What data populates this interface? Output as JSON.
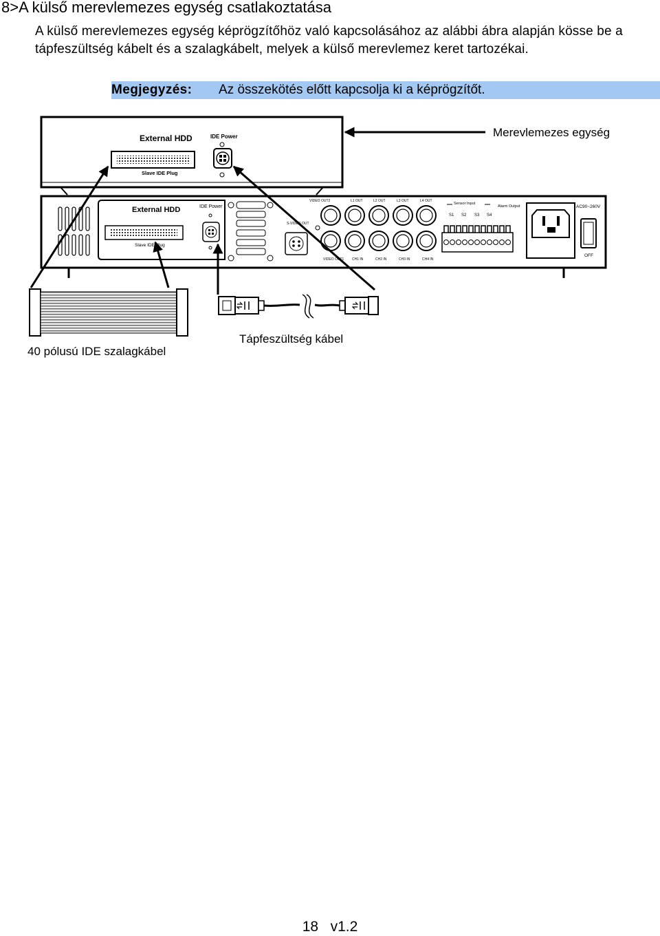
{
  "heading": "8>A külső merevlemezes egység csatlakoztatása",
  "intro": "A külső merevlemezes egység képrögzítőhöz való kapcsolásához az alábbi ábra alapján kösse be a tápfeszültség kábelt és a szalagkábelt, melyek a külső merevlemez keret tartozékai.",
  "note": {
    "label": "Megjegyzés:",
    "text": "Az összekötés előtt kapcsolja ki a képrögzítőt."
  },
  "figure": {
    "callout_hdd_unit": "Merevlemezes egység",
    "callout_ide_cable": "40 pólusú IDE szalagkábel",
    "callout_power_cable": "Tápfeszültség kábel",
    "hdd_unit": {
      "title": "External HDD",
      "ide_power": "IDE Power",
      "slave_plug": "Slave IDE Plug"
    },
    "recorder": {
      "external_hdd": "External HDD",
      "ide_power": "IDE Power",
      "slave_plug": "Slave IDE Plug",
      "video_out2": "VIDEO OUT2",
      "video_out1": "VIDEO OUT1",
      "l1_out": "L1 OUT",
      "l2_out": "L2 OUT",
      "l3_out": "L3 OUT",
      "l4_out": "L4 OUT",
      "ch1_in": "CH1 IN",
      "ch2_in": "CH2 IN",
      "ch3_in": "CH3 IN",
      "ch4_in": "CH4 IN",
      "svideo_out": "S-VIDEO OUT",
      "sensor_input": "Sensor Input",
      "alarm_output": "Alarm Output",
      "s1": "S1",
      "s2": "S2",
      "s3": "S3",
      "s4": "S4",
      "ac": "AC90~260V",
      "off": "OFF"
    }
  },
  "footer": "18   v1.2"
}
